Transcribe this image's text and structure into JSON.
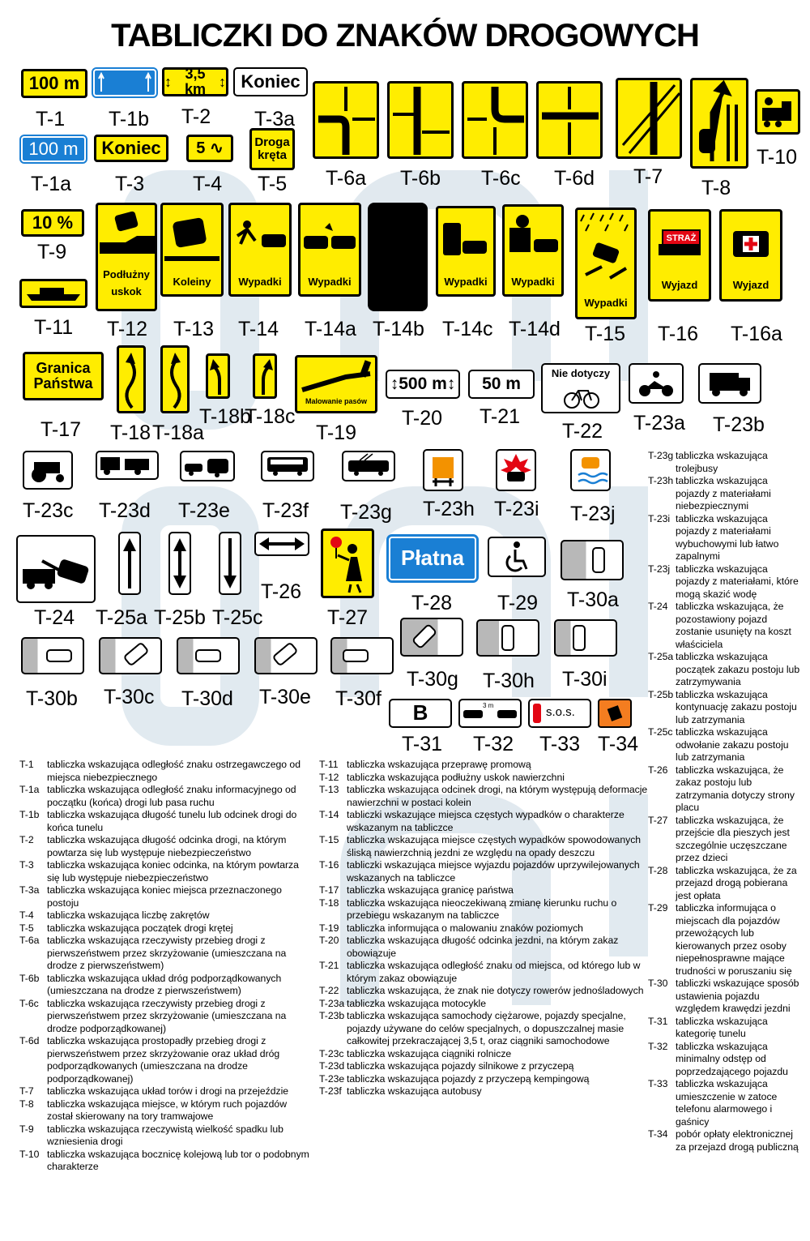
{
  "title": "TABLICZKI DO ZNAKÓW DROGOWYCH",
  "signs": {
    "t1": "100 m",
    "t1a": "100 m",
    "t2": "3,5 km",
    "t3": "Koniec",
    "t3a": "Koniec",
    "t4": "5",
    "t5": "Droga kręta",
    "t9": "10 %",
    "t12": "Podłużny uskok",
    "t13": "Koleiny",
    "t14": "Wypadki",
    "t14a": "Wypadki",
    "t14c": "Wypadki",
    "t14d": "Wypadki",
    "t15": "Wypadki",
    "t16": "Wyjazd",
    "t16a": "Wyjazd",
    "t16_badge": "STRAŻ",
    "t17": "Granica Państwa",
    "t19": "Malowanie pasów",
    "t20": "500 m",
    "t21": "50 m",
    "t22": "Nie dotyczy",
    "t28": "Płatna",
    "t31": "B",
    "t33": "s.o.s.",
    "t32_dist": "3 m"
  },
  "labels": [
    "T-1",
    "T-1b",
    "T-2",
    "T-3a",
    "T-1a",
    "T-3",
    "T-4",
    "T-5",
    "T-6a",
    "T-6b",
    "T-6c",
    "T-6d",
    "T-7",
    "T-8",
    "T-10",
    "T-9",
    "T-11",
    "T-12",
    "T-13",
    "T-14",
    "T-14a",
    "T-14b",
    "T-14c",
    "T-14d",
    "T-15",
    "T-16",
    "T-16a",
    "T-17",
    "T-18",
    "T-18a",
    "T-18b",
    "T-18c",
    "T-19",
    "T-20",
    "T-21",
    "T-22",
    "T-23a",
    "T-23b",
    "T-23c",
    "T-23d",
    "T-23e",
    "T-23f",
    "T-23g",
    "T-23h",
    "T-23i",
    "T-23j",
    "T-24",
    "T-25a",
    "T-25b",
    "T-25c",
    "T-26",
    "T-27",
    "T-28",
    "T-29",
    "T-30a",
    "T-30b",
    "T-30c",
    "T-30d",
    "T-30e",
    "T-30f",
    "T-30g",
    "T-30h",
    "T-30i",
    "T-31",
    "T-32",
    "T-33",
    "T-34"
  ],
  "desc_col1": [
    {
      "c": "T-1",
      "t": "tabliczka wskazująca odległość znaku ostrzegawczego od miejsca niebezpiecznego"
    },
    {
      "c": "T-1a",
      "t": "tabliczka wskazująca odległość znaku informacyjnego od początku (końca) drogi lub pasa ruchu"
    },
    {
      "c": "T-1b",
      "t": "tabliczka wskazująca długość tunelu lub odcinek drogi do końca tunelu"
    },
    {
      "c": "T-2",
      "t": "tabliczka wskazująca długość odcinka drogi, na którym powtarza się lub występuje niebezpieczeństwo"
    },
    {
      "c": "T-3",
      "t": "tabliczka wskazująca koniec odcinka, na którym powtarza się lub występuje niebezpieczeństwo"
    },
    {
      "c": "T-3a",
      "t": "tabliczka wskazująca koniec miejsca przeznaczonego postoju"
    },
    {
      "c": "T-4",
      "t": "tabliczka wskazująca liczbę zakrętów"
    },
    {
      "c": "T-5",
      "t": "tabliczka wskazująca początek drogi krętej"
    },
    {
      "c": "T-6a",
      "t": "tabliczka wskazująca rzeczywisty przebieg drogi z pierwszeństwem przez skrzyżowanie (umieszczana na drodze z pierwszeństwem)"
    },
    {
      "c": "T-6b",
      "t": "tabliczka wskazująca układ dróg podporządkowanych (umieszczana na drodze z pierwszeństwem)"
    },
    {
      "c": "T-6c",
      "t": "tabliczka wskazująca rzeczywisty przebieg drogi z pierwszeństwem przez skrzyżowanie (umieszczana na drodze podporządkowanej)"
    },
    {
      "c": "T-6d",
      "t": "tabliczka wskazująca prostopadły przebieg drogi z pierwszeństwem przez skrzyżowanie oraz układ dróg podporządkowanych (umieszczana na drodze podporządkowanej)"
    },
    {
      "c": "T-7",
      "t": "tabliczka wskazująca układ torów i drogi na przejeździe"
    },
    {
      "c": "T-8",
      "t": "tabliczka wskazująca miejsce, w którym ruch pojazdów został skierowany na tory tramwajowe"
    },
    {
      "c": "T-9",
      "t": "tabliczka wskazująca rzeczywistą wielkość spadku lub wzniesienia drogi"
    },
    {
      "c": "T-10",
      "t": "tabliczka wskazująca bocznicę kolejową lub tor o podobnym charakterze"
    }
  ],
  "desc_col2": [
    {
      "c": "T-11",
      "t": "tabliczka wskazująca przeprawę promową"
    },
    {
      "c": "T-12",
      "t": "tabliczka wskazująca podłużny uskok nawierzchni"
    },
    {
      "c": "T-13",
      "t": "tabliczka wskazująca odcinek drogi, na którym występują deformacje nawierzchni w postaci kolein"
    },
    {
      "c": "T-14",
      "t": "tabliczki wskazujące miejsca częstych wypadków o charakterze wskazanym na tabliczce"
    },
    {
      "c": "T-15",
      "t": "tabliczka wskazująca miejsce częstych wypadków spowodowanych śliską nawierzchnią jezdni ze względu na opady deszczu"
    },
    {
      "c": "T-16",
      "t": "tabliczki wskazująca miejsce wyjazdu pojazdów uprzywilejowanych wskazanych na tabliczce"
    },
    {
      "c": "T-17",
      "t": "tabliczka wskazująca granicę państwa"
    },
    {
      "c": "T-18",
      "t": "tabliczka wskazująca nieoczekiwaną zmianę kierunku ruchu o przebiegu wskazanym na tabliczce"
    },
    {
      "c": "T-19",
      "t": "tabliczka informująca o malowaniu znaków poziomych"
    },
    {
      "c": "T-20",
      "t": "tabliczka wskazująca długość odcinka jezdni, na którym zakaz obowiązuje"
    },
    {
      "c": "T-21",
      "t": "tabliczka wskazująca odległość znaku od miejsca, od którego lub w którym zakaz obowiązuje"
    },
    {
      "c": "T-22",
      "t": "tabliczka wskazująca, że znak nie dotyczy rowerów jednośladowych"
    },
    {
      "c": "T-23a",
      "t": "tabliczka wskazująca motocykle"
    },
    {
      "c": "T-23b",
      "t": "tabliczka wskazująca samochody ciężarowe, pojazdy specjalne, pojazdy używane do celów specjalnych, o dopuszczalnej masie całkowitej przekraczającej 3,5 t, oraz ciągniki samochodowe"
    },
    {
      "c": "T-23c",
      "t": "tabliczka wskazująca ciągniki rolnicze"
    },
    {
      "c": "T-23d",
      "t": "tabliczka wskazująca pojazdy silnikowe z przyczepą"
    },
    {
      "c": "T-23e",
      "t": "tabliczka wskazująca pojazdy z przyczepą kempingową"
    },
    {
      "c": "T-23f",
      "t": "tabliczka wskazująca autobusy"
    }
  ],
  "desc_col3": [
    {
      "c": "T-23g",
      "t": "tabliczka wskazująca trolejbusy"
    },
    {
      "c": "T-23h",
      "t": "tabliczka wskazująca pojazdy z materiałami niebezpiecznymi"
    },
    {
      "c": "T-23i",
      "t": "tabliczka wskazująca pojazdy z materiałami wybuchowymi lub łatwo zapalnymi"
    },
    {
      "c": "T-23j",
      "t": "tabliczka wskazująca pojazdy z materiałami, które mogą skazić wodę"
    },
    {
      "c": "T-24",
      "t": "tabliczka wskazująca, że pozostawiony pojazd zostanie usunięty na koszt właściciela"
    },
    {
      "c": "T-25a",
      "t": "tabliczka wskazująca początek zakazu postoju lub zatrzymywania"
    },
    {
      "c": "T-25b",
      "t": "tabliczka wskazująca kontynuację zakazu postoju lub zatrzymania"
    },
    {
      "c": "T-25c",
      "t": "tabliczka wskazująca odwołanie zakazu postoju lub zatrzymania"
    },
    {
      "c": "T-26",
      "t": "tabliczka wskazująca, że zakaz postoju lub zatrzymania dotyczy strony placu"
    },
    {
      "c": "T-27",
      "t": "tabliczka wskazująca, że przejście dla pieszych jest szczególnie uczęszczane przez dzieci"
    },
    {
      "c": "T-28",
      "t": "tabliczka wskazująca, że za przejazd drogą pobierana jest opłata"
    },
    {
      "c": "T-29",
      "t": "tabliczka informująca o miejscach dla pojazdów przewożących lub kierowanych przez osoby niepełnosprawne mające trudności w poruszaniu się"
    },
    {
      "c": "T-30",
      "t": "tabliczki wskazujące sposób ustawienia pojazdu względem krawędzi jezdni"
    },
    {
      "c": "T-31",
      "t": "tabliczka wskazująca kategorię tunelu"
    },
    {
      "c": "T-32",
      "t": "tabliczka wskazująca minimalny odstęp od poprzedzającego pojazdu"
    },
    {
      "c": "T-33",
      "t": "tabliczka wskazująca umieszczenie w zatoce telefonu alarmowego i gaśnicy"
    },
    {
      "c": "T-34",
      "t": "pobór opłaty elektronicznej za przejazd drogą publiczną"
    }
  ]
}
